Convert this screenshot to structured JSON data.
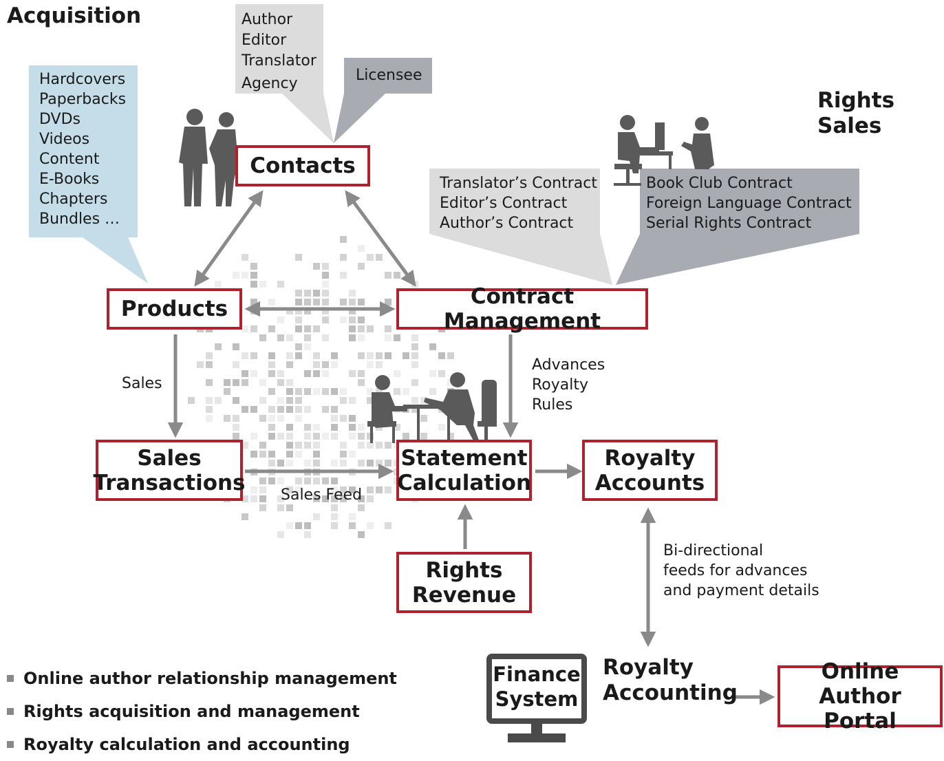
{
  "headings": {
    "acquisition": "Acquisition",
    "rights_sales_1": "Rights",
    "rights_sales_2": "Sales",
    "royalty_accounting_1": "Royalty",
    "royalty_accounting_2": "Accounting"
  },
  "boxes": {
    "contacts": "Contacts",
    "products": "Products",
    "contract_management": "Contract Management",
    "sales_transactions_1": "Sales",
    "sales_transactions_2": "Transactions",
    "statement_calculation_1": "Statement",
    "statement_calculation_2": "Calculation",
    "royalty_accounts_1": "Royalty",
    "royalty_accounts_2": "Accounts",
    "rights_revenue_1": "Rights",
    "rights_revenue_2": "Revenue",
    "online_author_portal_1": "Online",
    "online_author_portal_2": "Author Portal",
    "finance_system_1": "Finance",
    "finance_system_2": "System"
  },
  "callouts": {
    "product_types": [
      "Hardcovers",
      "Paperbacks",
      "DVDs",
      "Videos",
      "Content",
      "E-Books",
      "Chapters",
      "Bundles …"
    ],
    "contact_roles": [
      "Author",
      "Editor",
      "Translator",
      "Agency"
    ],
    "licensee": "Licensee",
    "acquisition_contracts": [
      "Translator’s Contract",
      "Editor’s Contract",
      "Author’s Contract"
    ],
    "sales_contracts": [
      "Book Club Contract",
      "Foreign Language Contract",
      "Serial Rights Contract"
    ]
  },
  "labels": {
    "sales": "Sales",
    "sales_feed": "Sales Feed",
    "advances": [
      "Advances",
      "Royalty",
      "Rules"
    ],
    "bidirectional": [
      "Bi-directional",
      "feeds for advances",
      "and payment details"
    ]
  },
  "bullets": [
    "Online author relationship management",
    "Rights acquisition and management",
    "Royalty calculation and accounting"
  ],
  "colors": {
    "box_border": "#b1202d",
    "arrow": "#8a8a8a",
    "callout_blue": "#c5dde8",
    "callout_light_gray": "#dcdcdc",
    "callout_dark_gray": "#a9abb2"
  }
}
